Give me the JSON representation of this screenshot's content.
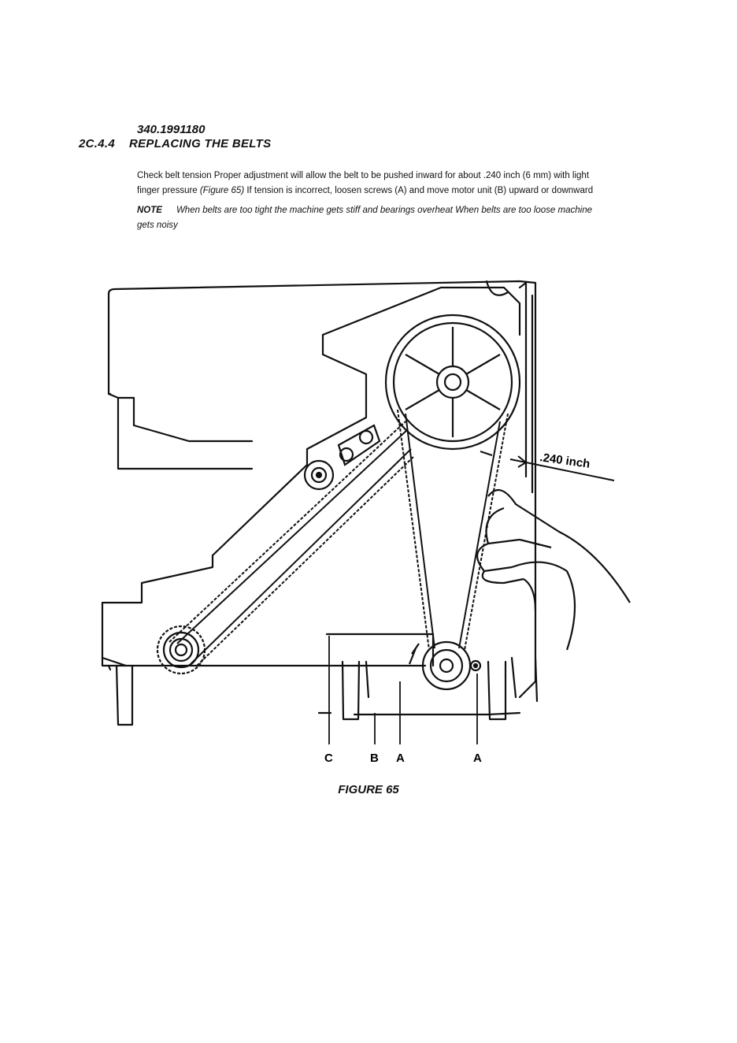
{
  "header": {
    "part_number": "340.1991180",
    "section_number": "2C.4.4",
    "section_title": "REPLACING THE BELTS"
  },
  "body": {
    "paragraph_1_a": "Check belt tension Proper adjustment will allow the belt to be pushed inward for about .240 inch (6 mm) with light finger pressure ",
    "paragraph_1_ref": "(Figure 65)",
    "paragraph_1_b": " If tension is incorrect, loosen screws (A) and move motor unit (B) upward or downward",
    "note_label": "NOTE",
    "note_text": "When belts are too tight the machine gets stiff and bearings overheat When belts are too loose machine gets noisy"
  },
  "figure": {
    "dimension_label": ".240 inch",
    "labels": [
      "C",
      "B",
      "A",
      "A"
    ],
    "caption": "FIGURE 65"
  }
}
